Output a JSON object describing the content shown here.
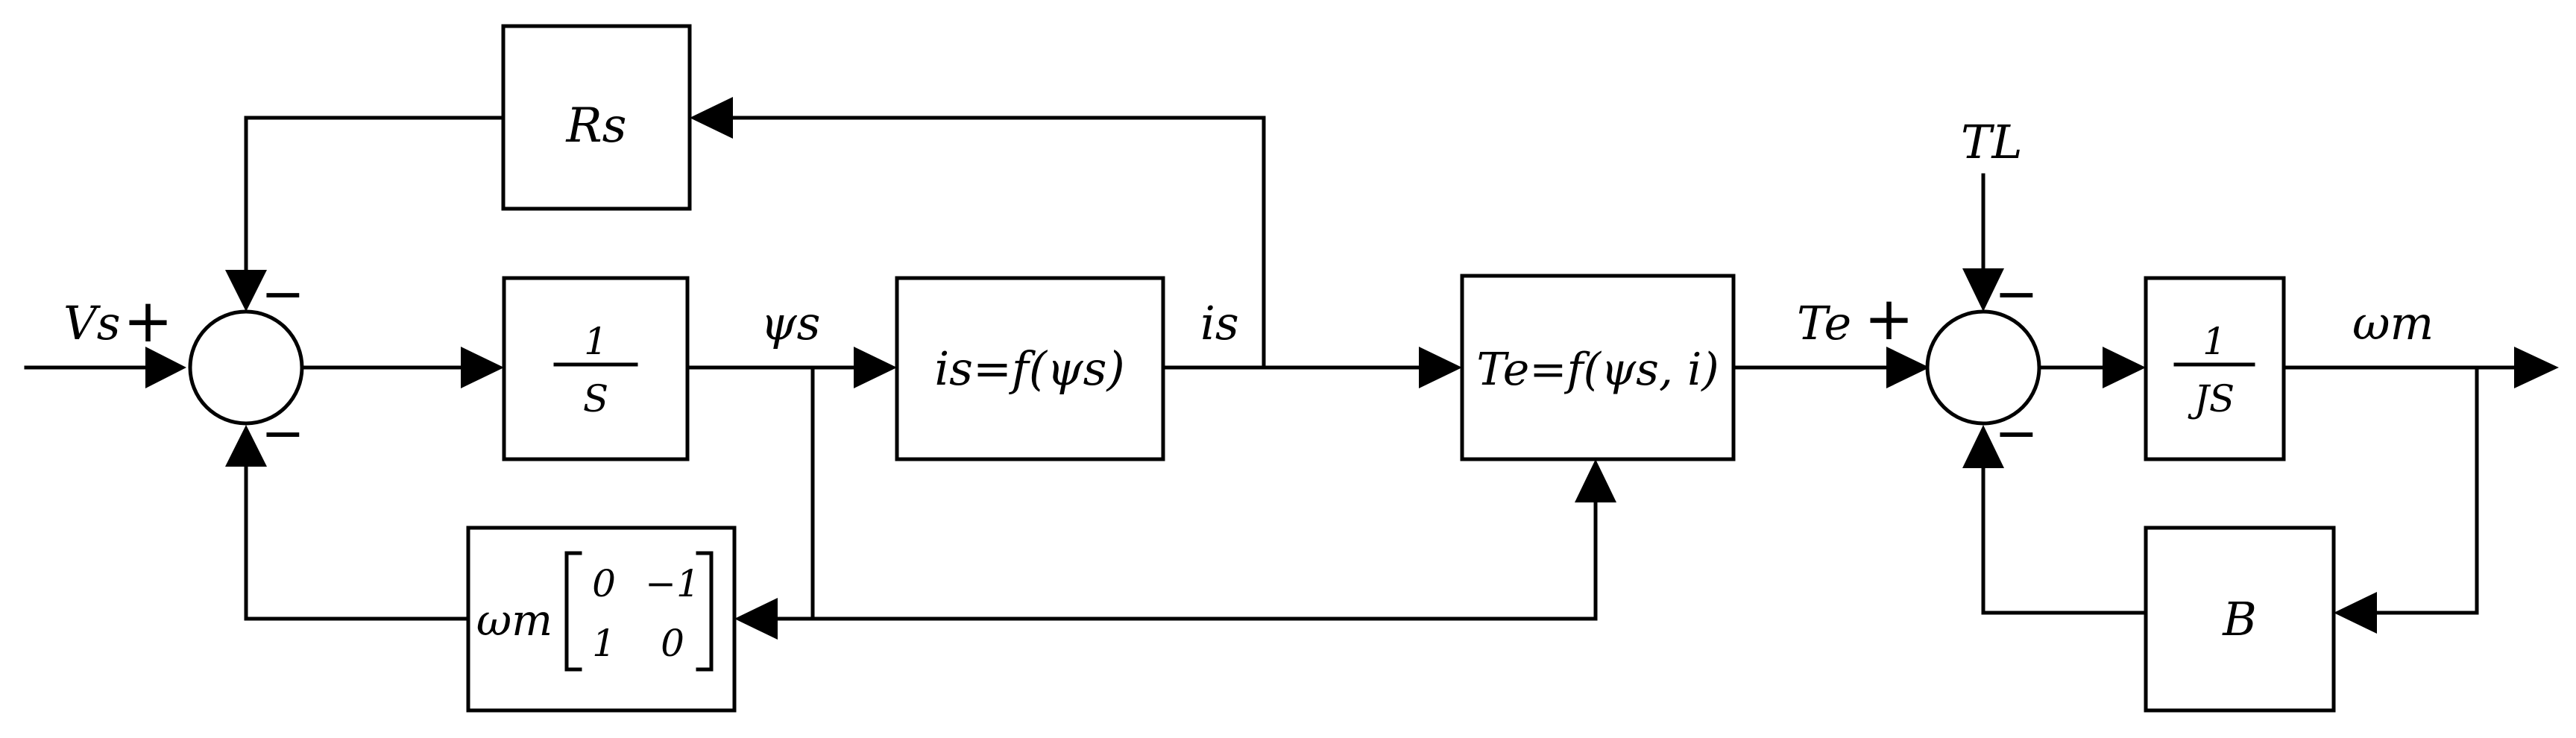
{
  "inputs": {
    "vs": "Vs",
    "tl": "TL"
  },
  "blocks": {
    "rs": "Rs",
    "integrator": {
      "num": "1",
      "den": "S"
    },
    "current": "is=f(ψs)",
    "torque": "Te=f(ψs, i)",
    "cross": {
      "w": "ωm",
      "m11": "0",
      "m12": "−1",
      "m21": "1",
      "m22": "0"
    },
    "mech": {
      "num": "1",
      "den": "JS"
    },
    "friction": "B"
  },
  "signals": {
    "psi": "ψs",
    "is": "is",
    "te": "Te",
    "wm": "ωm"
  },
  "signs": {
    "plus": "+",
    "minus": "−"
  }
}
